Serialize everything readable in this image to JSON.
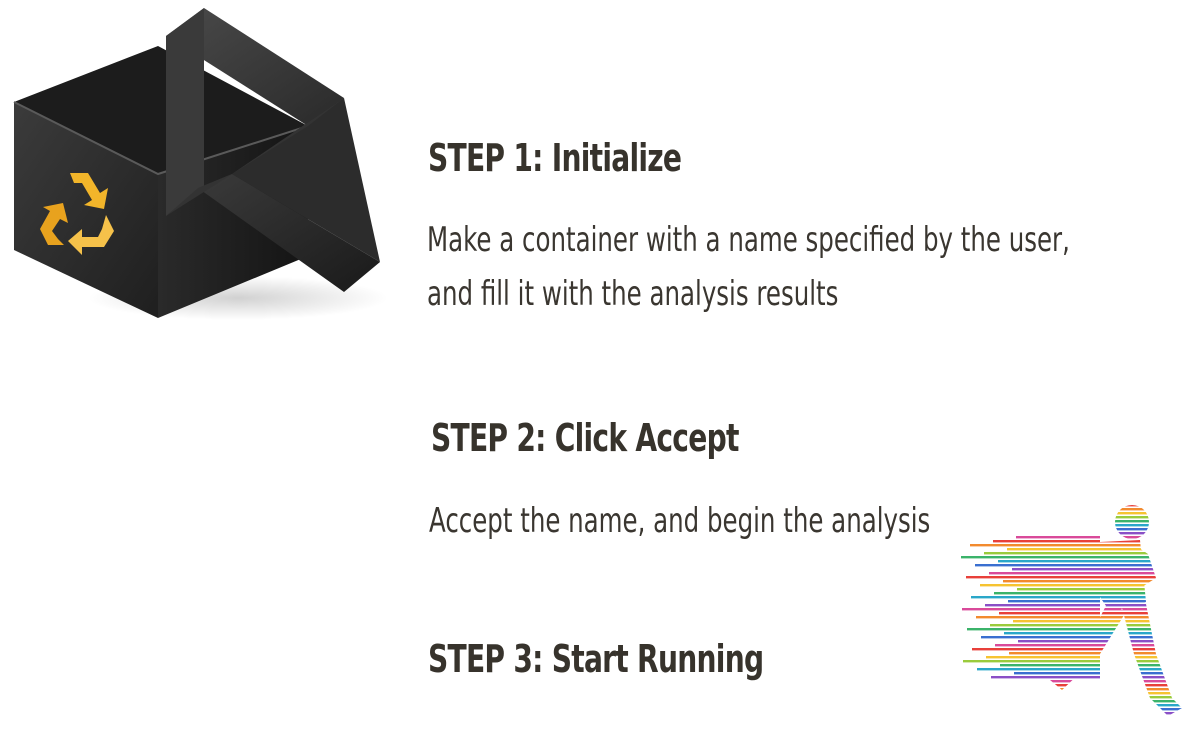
{
  "steps": [
    {
      "title": "STEP 1: Initialize",
      "description_lines": [
        "Make a container with a name specified by the user,",
        "and fill it with the analysis results"
      ]
    },
    {
      "title": "STEP 2: Click Accept",
      "description_lines": [
        "Accept the name, and begin the analysis"
      ]
    },
    {
      "title": "STEP 3: Start Running",
      "description_lines": []
    }
  ],
  "illustrations": {
    "box": "open-box-with-recycle-icon",
    "runner": "rainbow-striped-runner-icon"
  },
  "colors": {
    "text": "#37332c",
    "box_dark": "#2f2f2f",
    "recycle": "#f2b52a"
  }
}
